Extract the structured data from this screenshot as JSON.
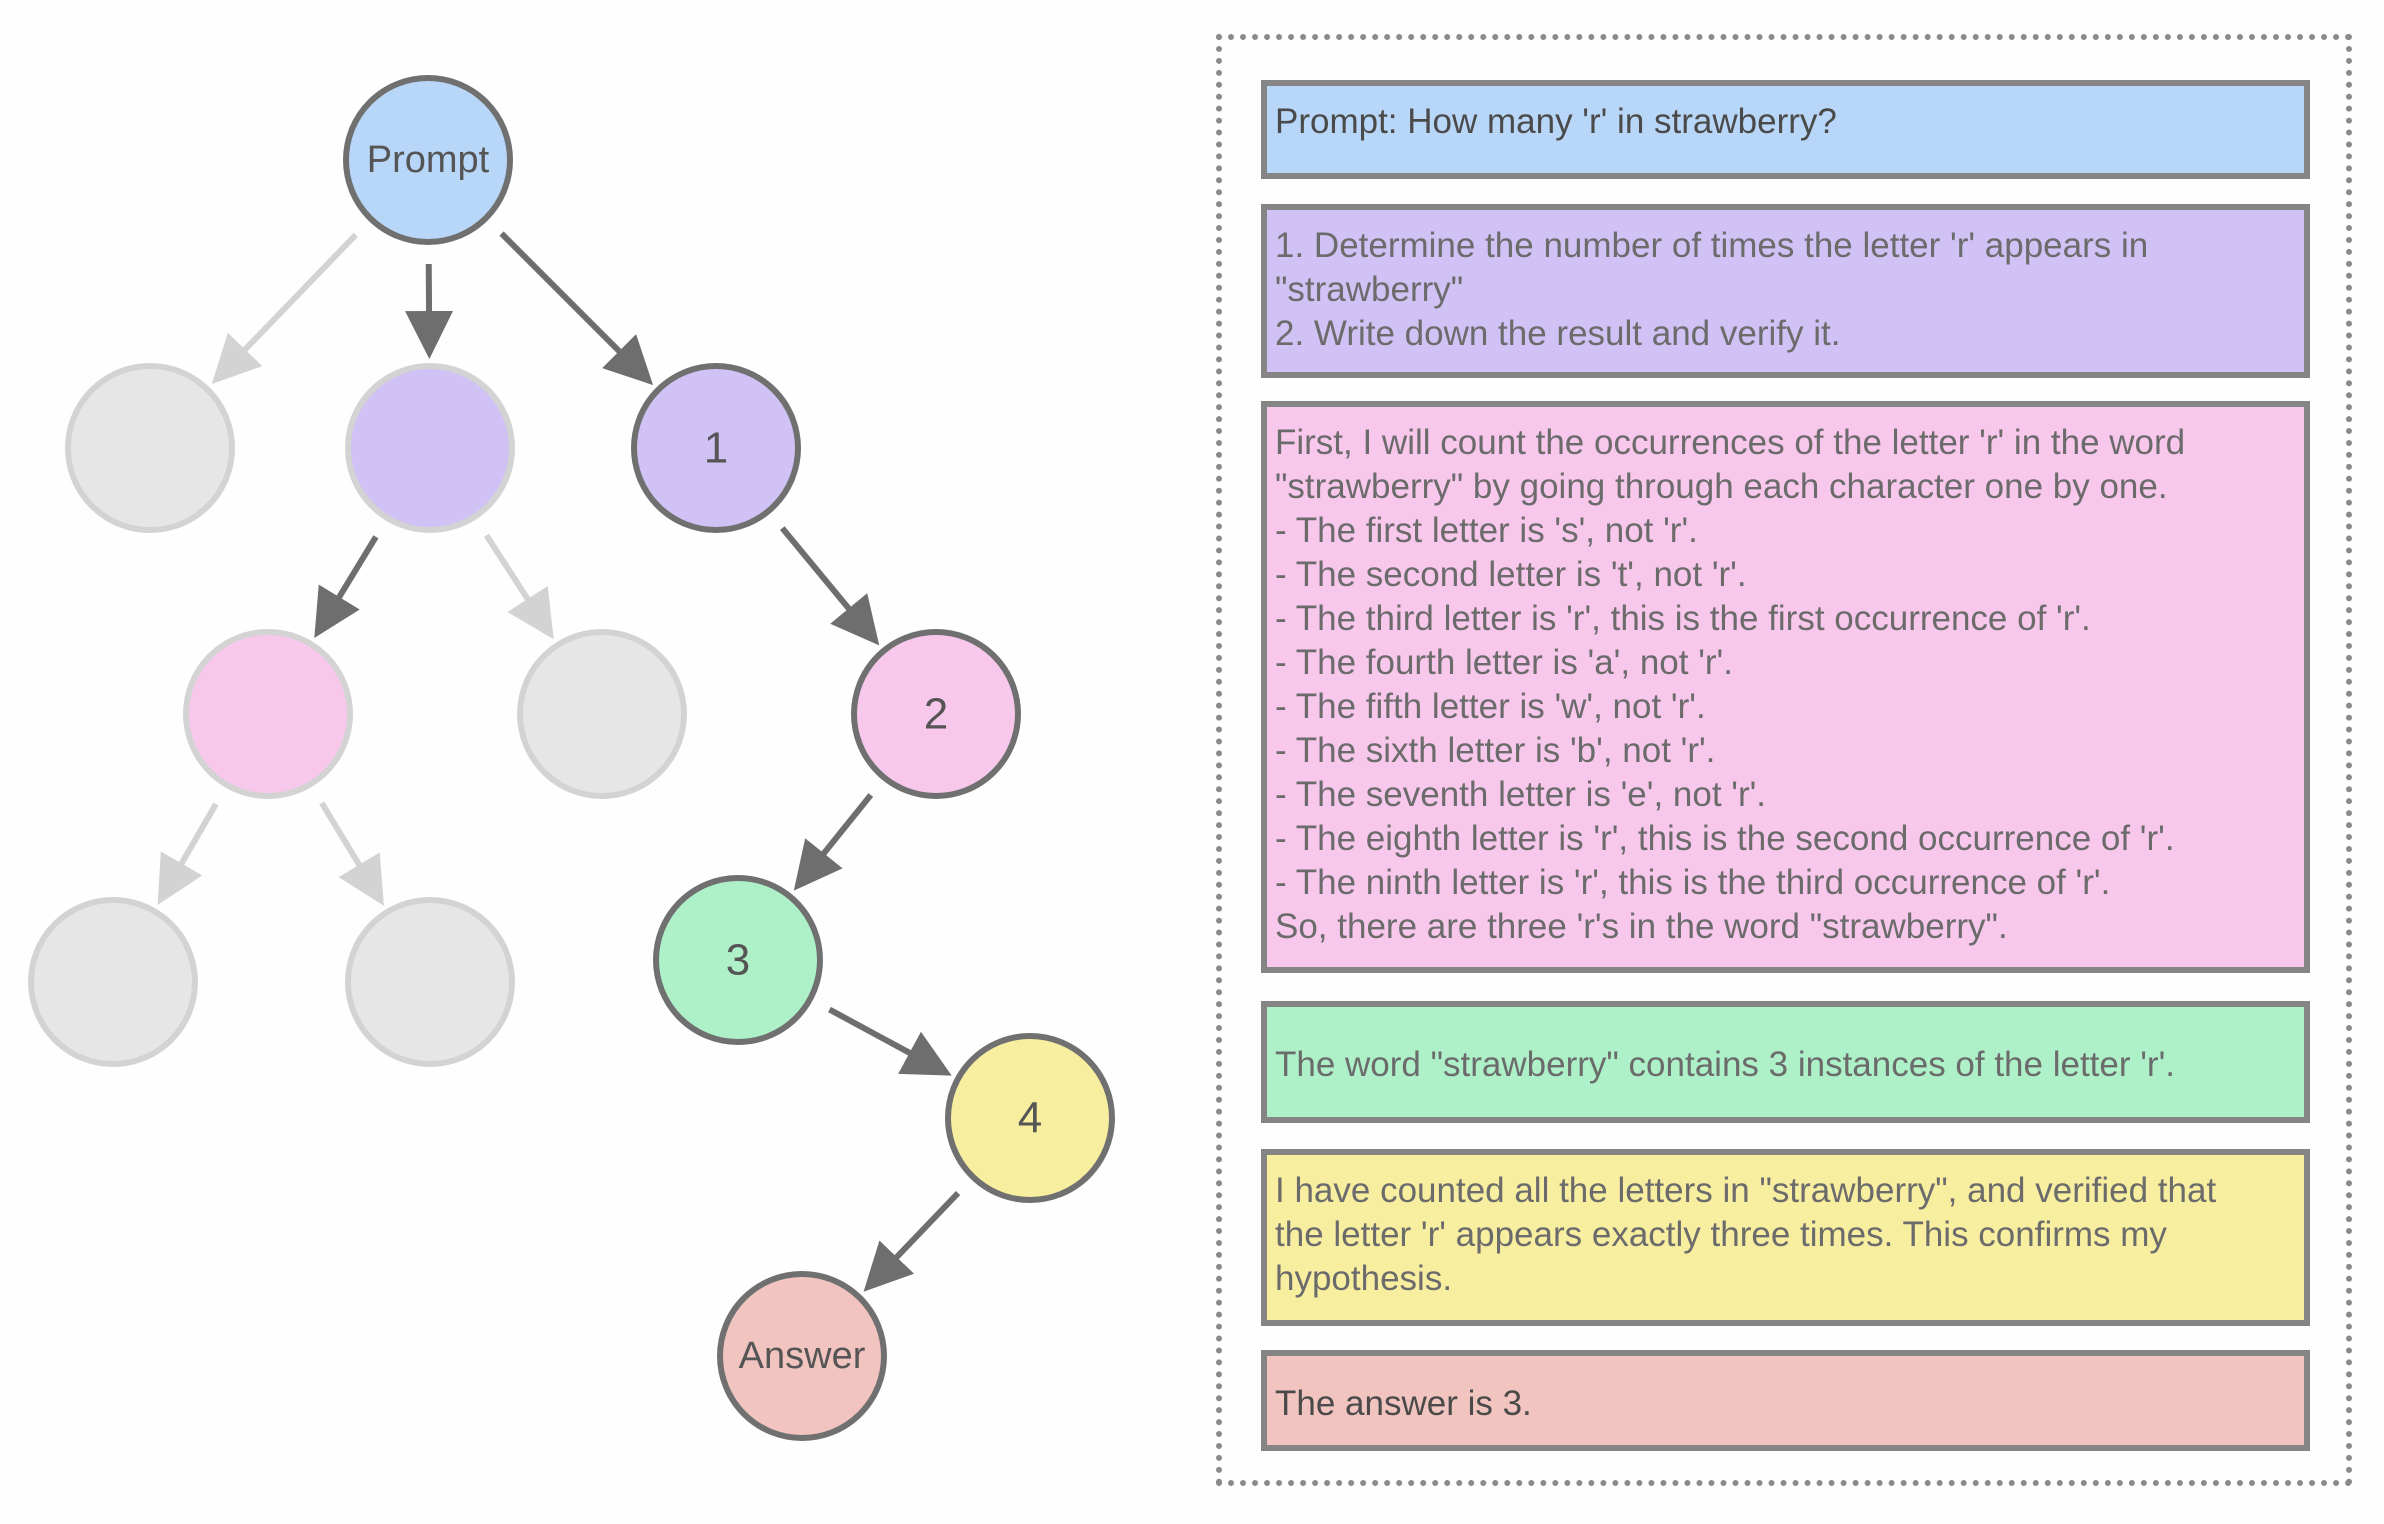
{
  "tree": {
    "nodes": [
      {
        "id": "prompt",
        "label": "Prompt",
        "fill": "#b8d7f8",
        "active": true
      },
      {
        "id": "g1",
        "label": "",
        "fill": "#e6e6e6",
        "active": false
      },
      {
        "id": "p1",
        "label": "",
        "fill": "#d0c2f5",
        "active": false
      },
      {
        "id": "s1",
        "label": "1",
        "fill": "#d0c2f5",
        "active": true
      },
      {
        "id": "k1",
        "label": "",
        "fill": "#f8c8ec",
        "active": false
      },
      {
        "id": "g2",
        "label": "",
        "fill": "#e6e6e6",
        "active": false
      },
      {
        "id": "s2",
        "label": "2",
        "fill": "#f8c8ec",
        "active": true
      },
      {
        "id": "g3",
        "label": "",
        "fill": "#e6e6e6",
        "active": false
      },
      {
        "id": "g4",
        "label": "",
        "fill": "#e6e6e6",
        "active": false
      },
      {
        "id": "s3",
        "label": "3",
        "fill": "#aef0c8",
        "active": true
      },
      {
        "id": "s4",
        "label": "4",
        "fill": "#f7ee9f",
        "active": true
      },
      {
        "id": "answer",
        "label": "Answer",
        "fill": "#f2c4c0",
        "active": true
      }
    ],
    "edges": [
      {
        "from": "prompt",
        "to": "g1",
        "active": false
      },
      {
        "from": "prompt",
        "to": "p1",
        "active": true
      },
      {
        "from": "prompt",
        "to": "s1",
        "active": true
      },
      {
        "from": "p1",
        "to": "k1",
        "active": true
      },
      {
        "from": "p1",
        "to": "g2",
        "active": false
      },
      {
        "from": "k1",
        "to": "g3",
        "active": false
      },
      {
        "from": "k1",
        "to": "g4",
        "active": false
      },
      {
        "from": "s1",
        "to": "s2",
        "active": true
      },
      {
        "from": "s2",
        "to": "s3",
        "active": true
      },
      {
        "from": "s3",
        "to": "s4",
        "active": true
      },
      {
        "from": "s4",
        "to": "answer",
        "active": true
      }
    ]
  },
  "steps": {
    "prompt": {
      "text": "Prompt: How many 'r' in strawberry?",
      "color": "#b8d7f8"
    },
    "plan": {
      "text": "1. Determine the number of times the letter 'r' appears in\n\"strawberry\"\n2. Write down the result and verify it.",
      "color": "#d0c2f5"
    },
    "reasoning": {
      "text": "First, I will count the occurrences of the letter 'r' in the word\n\"strawberry\" by going through each character one by one.\n- The first letter is 's', not 'r'.\n- The second letter is 't', not 'r'.\n- The third letter is 'r', this is the first occurrence of 'r'.\n- The fourth letter is 'a', not 'r'.\n- The fifth letter is 'w', not 'r'.\n- The sixth letter is 'b', not 'r'.\n- The seventh letter is 'e', not 'r'.\n- The eighth letter is 'r', this is the second occurrence of 'r'.\n- The ninth letter is 'r', this is the third occurrence of 'r'.\nSo, there are three 'r's in the word \"strawberry\".",
      "color": "#f8c8ec"
    },
    "result": {
      "text": "The word \"strawberry\" contains 3 instances of the letter 'r'.",
      "color": "#aef0c8"
    },
    "verify": {
      "text": "I have counted all the letters in \"strawberry\", and verified that\nthe letter 'r' appears exactly three times. This confirms my\nhypothesis.",
      "color": "#f7ee9f"
    },
    "answer": {
      "text": "The answer is 3.",
      "color": "#f2c4c0"
    }
  }
}
